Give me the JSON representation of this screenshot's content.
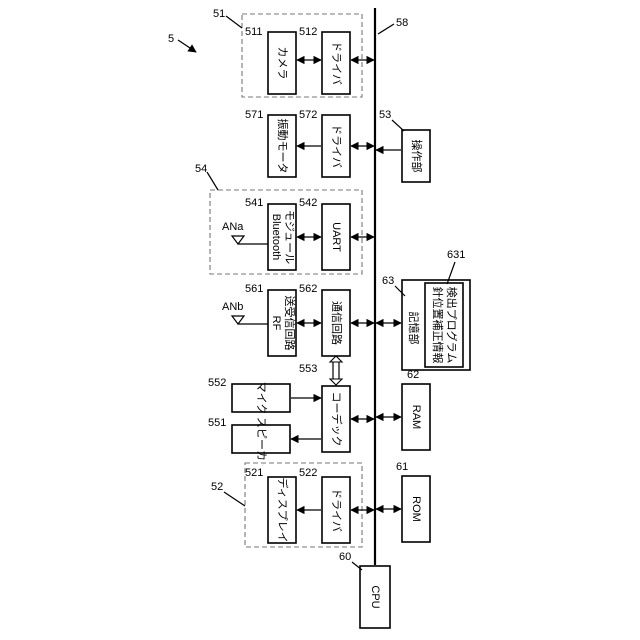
{
  "figure": {
    "ref": "5",
    "bus_ref": "58",
    "colors": {
      "line": "#000000",
      "dashed_group": "#777777",
      "background": "#ffffff"
    }
  },
  "cpu": {
    "ref": "60",
    "label": "CPU"
  },
  "camera_group": {
    "ref": "51",
    "camera": {
      "ref": "511",
      "label": "カメラ"
    },
    "driver": {
      "ref": "512",
      "label": "ドライバ"
    }
  },
  "vibration": {
    "motor": {
      "ref": "571",
      "label": "振動モータ"
    },
    "driver": {
      "ref": "572",
      "label": "ドライバ"
    }
  },
  "operation": {
    "ref": "53",
    "label": "操作部"
  },
  "bluetooth_group": {
    "ref": "54",
    "antenna": "ANa",
    "module": {
      "ref": "541",
      "label_1": "Bluetooth",
      "label_2": "モジュール"
    },
    "uart": {
      "ref": "542",
      "label": "UART"
    }
  },
  "rf": {
    "antenna": "ANb",
    "circuit": {
      "ref": "561",
      "label_1": "RF",
      "label_2": "送受信回路"
    },
    "comm": {
      "ref": "562",
      "label": "通信回路"
    }
  },
  "storage": {
    "ref": "63",
    "label": "記憶部",
    "program": {
      "ref": "631",
      "label_1": "針位置補正情報",
      "label_2": "検出プログラム"
    }
  },
  "audio": {
    "mic": {
      "ref": "552",
      "label": "マイク"
    },
    "speaker": {
      "ref": "551",
      "label": "スピーカ"
    },
    "codec": {
      "ref": "553",
      "label": "コーデック"
    }
  },
  "ram": {
    "ref": "62",
    "label": "RAM"
  },
  "display_group": {
    "ref": "52",
    "display": {
      "ref": "521",
      "label": "ディスプレイ"
    },
    "driver": {
      "ref": "522",
      "label": "ドライバ"
    }
  },
  "rom": {
    "ref": "61",
    "label": "ROM"
  }
}
